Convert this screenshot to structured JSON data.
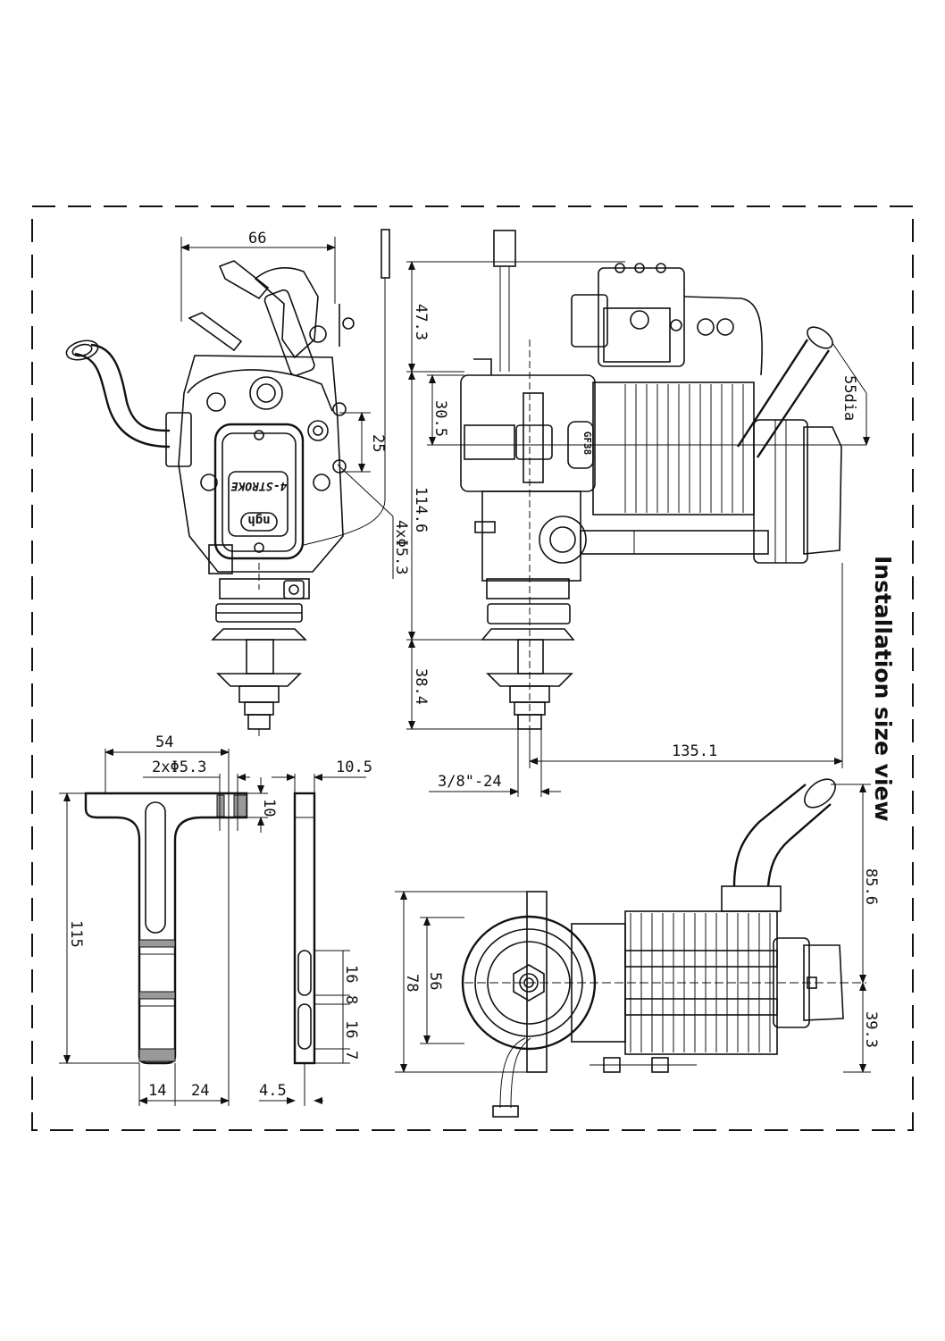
{
  "title": "Installation size view",
  "brand": "ngh",
  "stroke_label": "4-STROKE",
  "cylinder_mark": "GF38",
  "dimensions": {
    "front_width": "66",
    "ear_spacing": "25",
    "mount_holes": "4xΦ5.3",
    "top_height": "47.3",
    "upper_offset": "30.5",
    "body_height": "114.6",
    "prop_length": "38.4",
    "side_length": "135.1",
    "thread": "3/8\"-24",
    "exhaust_dia": "55dia",
    "bracket_width": "54",
    "bracket_holes": "2xΦ5.3",
    "bracket_thick": "10.5",
    "bracket_flange": "10",
    "bracket_height": "115",
    "bracket_base_a": "14",
    "bracket_base_b": "24",
    "bracket_side_offset": "4.5",
    "slot_a": "16",
    "slot_gap": "8",
    "slot_b": "16",
    "slot_end": "7",
    "bottom_outer": "78",
    "bottom_inner": "56",
    "exhaust_rise": "85.6",
    "lower_offset": "39.3"
  }
}
